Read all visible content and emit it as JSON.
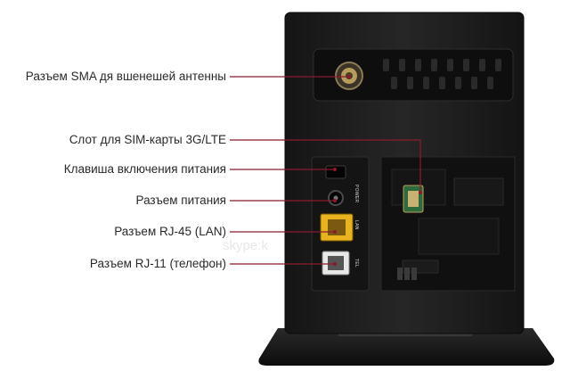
{
  "callouts": [
    {
      "label": "Разъем SMA дя вшенешей антенны"
    },
    {
      "label": "Слот для SIM-карты 3G/LTE"
    },
    {
      "label": "Клавиша включения питания"
    },
    {
      "label": "Разъем питания"
    },
    {
      "label": "Разъем RJ-45 (LAN)"
    },
    {
      "label": "Разъем RJ-11 (телефон)"
    }
  ],
  "port_labels": {
    "power": "POWER",
    "lan": "LAN",
    "tel": "TEL"
  },
  "watermark": "skype:k",
  "colors": {
    "leader_line": "#8b1a2e",
    "device_body": "#1f1f1f",
    "lan_port": "#e8b31c",
    "sim_slot": "#2f6b3a"
  }
}
